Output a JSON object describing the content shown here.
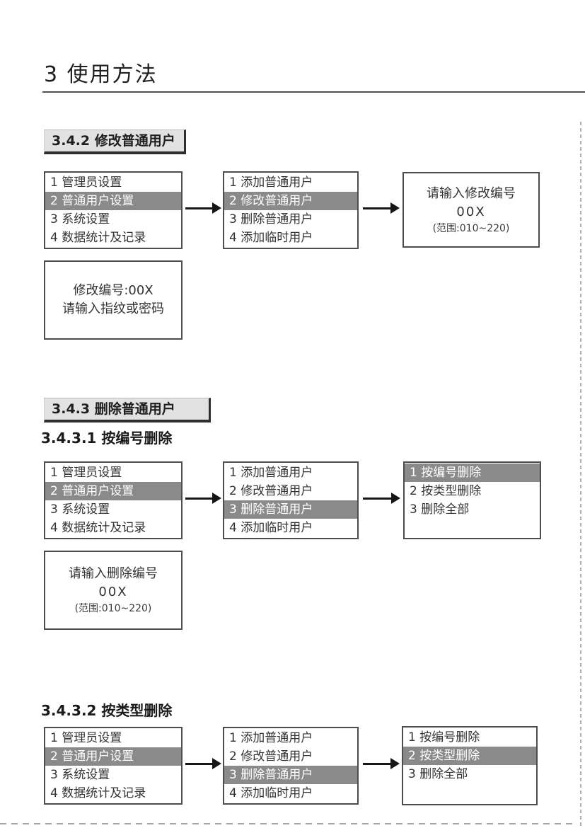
{
  "page_title": "3 使用方法",
  "headers": {
    "s342": "3.4.2 修改普通用户",
    "s343": "3.4.3 删除普通用户",
    "s3431": "3.4.3.1 按编号删除",
    "s3432": "3.4.3.2 按类型删除"
  },
  "menus": {
    "main": [
      "1 管理员设置",
      "2 普通用户设置",
      "3 系统设置",
      "4 数据统计及记录"
    ],
    "user": [
      "1 添加普通用户",
      "2 修改普通用户",
      "3 删除普通用户",
      "4 添加临时用户"
    ],
    "delete": [
      "1 按编号删除",
      "2 按类型删除",
      "3 删除全部"
    ]
  },
  "screens": {
    "modify_prompt": {
      "line1": "请输入修改编号",
      "line2": "00X",
      "line3": "(范围:010~220)"
    },
    "modify_confirm": {
      "line1": "修改编号:00X",
      "line2": "请输入指纹或密码"
    },
    "delete_prompt": {
      "line1": "请输入删除编号",
      "line2": "00X",
      "line3": "(范围:010~220)"
    }
  },
  "colors": {
    "highlight": "#8a8a8a",
    "header_bg": "#e2e2e2",
    "box_border": "#4d4d4d"
  }
}
